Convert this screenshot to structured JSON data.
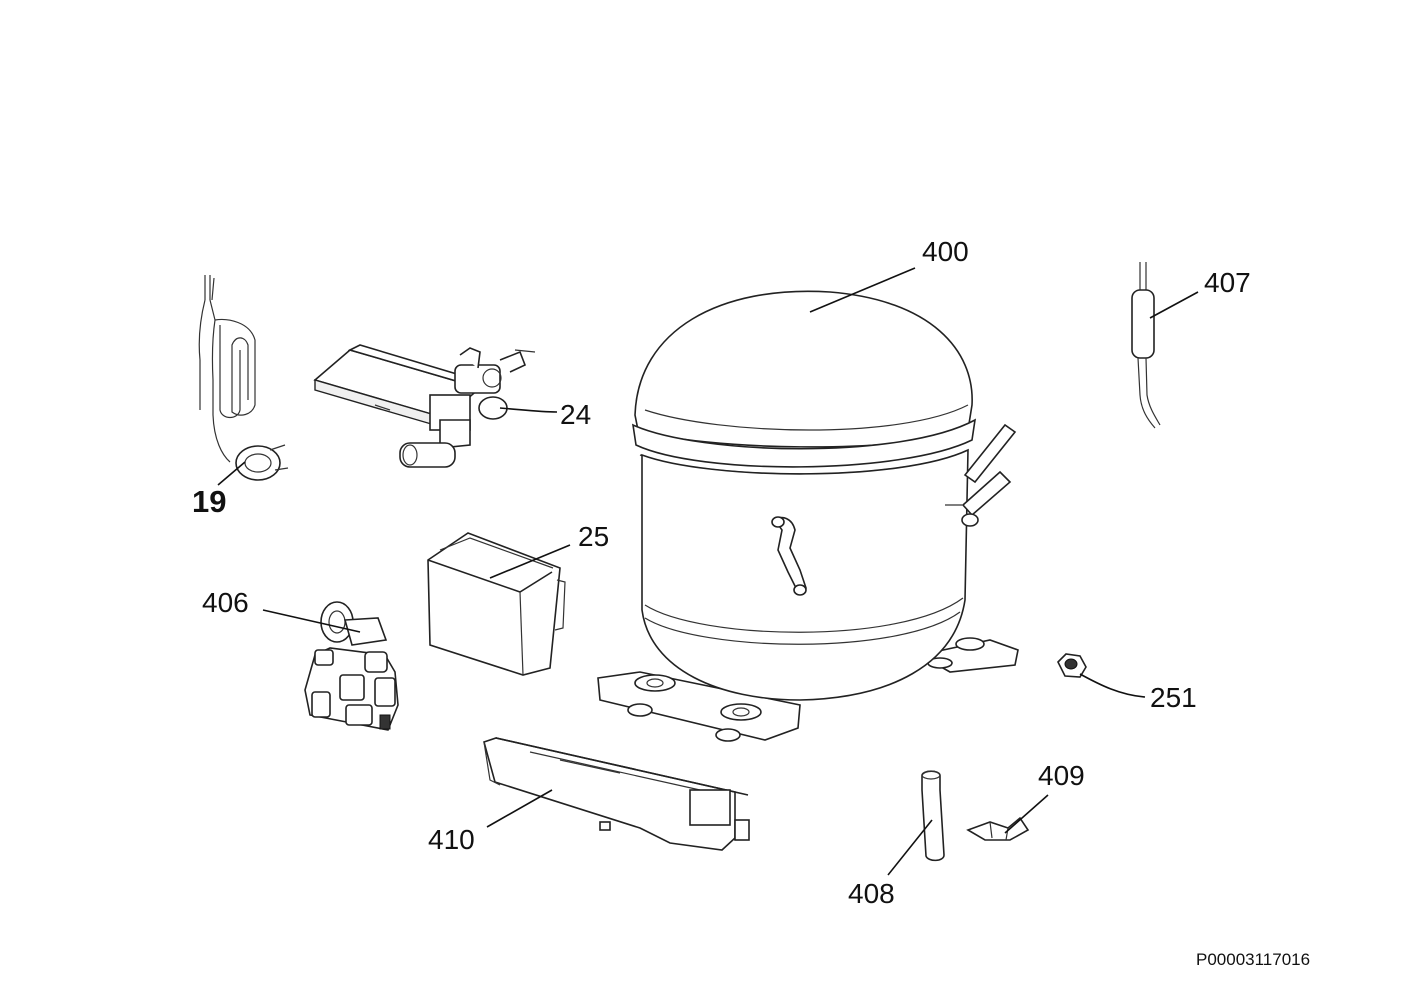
{
  "diagram": {
    "parts": [
      {
        "id": "p19",
        "label": "19"
      },
      {
        "id": "p24",
        "label": "24"
      },
      {
        "id": "p25",
        "label": "25"
      },
      {
        "id": "p251",
        "label": "251"
      },
      {
        "id": "p400",
        "label": "400"
      },
      {
        "id": "p406",
        "label": "406"
      },
      {
        "id": "p407",
        "label": "407"
      },
      {
        "id": "p408",
        "label": "408"
      },
      {
        "id": "p409",
        "label": "409"
      },
      {
        "id": "p410",
        "label": "410"
      }
    ],
    "document_id": "P00003117016"
  }
}
